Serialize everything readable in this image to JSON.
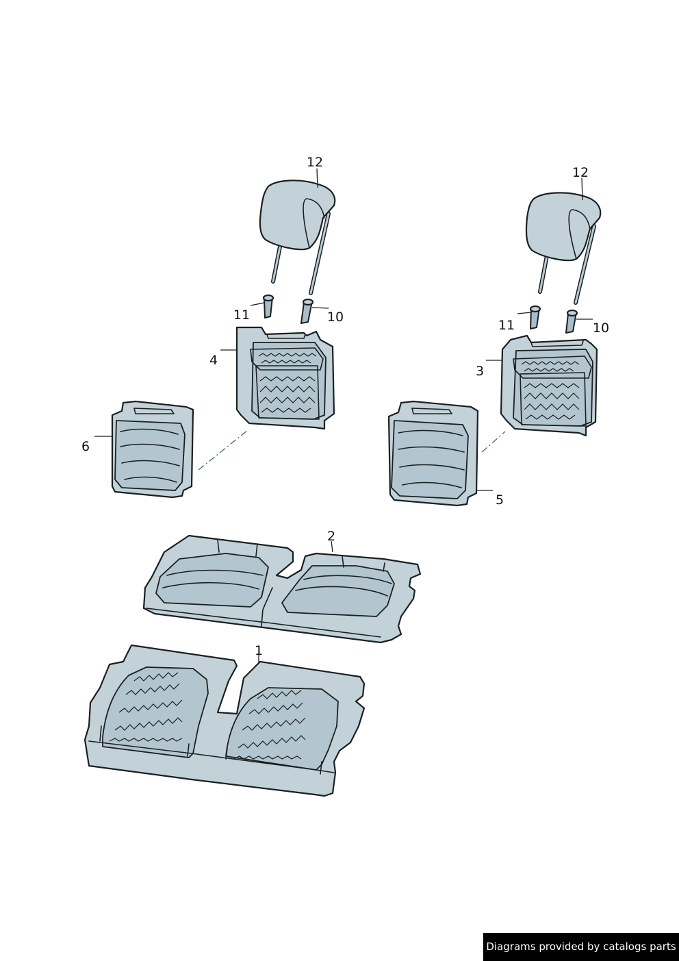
{
  "callouts": {
    "c1": "1",
    "c2": "2",
    "c3": "3",
    "c4": "4",
    "c5": "5",
    "c6": "6",
    "c10a": "10",
    "c10b": "10",
    "c11a": "11",
    "c11b": "11",
    "c12a": "12",
    "c12b": "12"
  },
  "credit": "Diagrams provided by catalogs parts"
}
